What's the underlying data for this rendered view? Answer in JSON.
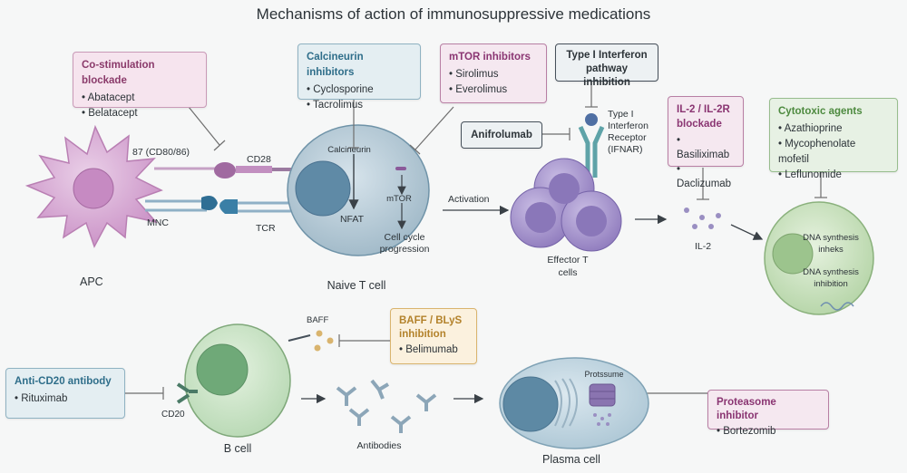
{
  "title": "Mechanisms of action of immunosuppressive medications",
  "boxes": {
    "costim": {
      "title": "Co-stimulation blockade",
      "items": [
        "Abatacept",
        "Belatacept"
      ]
    },
    "calcineurin": {
      "title": "Calcineurin inhibitors",
      "items": [
        "Cyclosporine",
        "Tacrolimus"
      ]
    },
    "mtor": {
      "title": "mTOR inhibitors",
      "items": [
        "Sirolimus",
        "Everolimus"
      ]
    },
    "interferon": {
      "title": "Type I Interferon pathway inhibition"
    },
    "anifrolumab": {
      "title": "Anifrolumab"
    },
    "il2": {
      "title": "IL-2 / IL-2R blockade",
      "items": [
        "Basiliximab",
        "Daclizumab"
      ]
    },
    "cytotoxic": {
      "title": "Cytotoxic agents",
      "items": [
        "Azathioprine",
        "Mycophenolate mofetil",
        "Leflunomide"
      ]
    },
    "baff": {
      "title": "BAFF / BLyS inhibition",
      "items": [
        "Belimumab"
      ]
    },
    "cd20": {
      "title": "Anti-CD20 antibody",
      "items": [
        "Rituximab"
      ]
    },
    "proteasome": {
      "title": "Proteasome inhibitor",
      "items": [
        "Bortezomib"
      ]
    }
  },
  "labels": {
    "b7": "87 (CD80/86)",
    "cd28": "CD28",
    "mnc": "MNC",
    "tcr": "TCR",
    "apc": "APC",
    "naive": "Naive T cell",
    "calcineurin_in": "Calcineurin",
    "nfat": "NFAT",
    "mtor_in": "mTOR",
    "cellcycle": "Cell cycle progression",
    "activation": "Activation",
    "ifnar": "Type I Interferon Receptor (IFNAR)",
    "effector": "Effector T cells",
    "il2_small": "IL-2",
    "dna1": "DNA synthesis inheks",
    "dna2": "DNA synthesis inhibition",
    "baff_small": "BAFF",
    "cd20_small": "CD20",
    "bcell": "B cell",
    "antibodies": "Antibodies",
    "proteasome_small": "Protssume",
    "plasma": "Plasma cell"
  },
  "colors": {
    "apc": "#d9a6d6",
    "tcell": "#b9cdd9",
    "effector": "#a896cf",
    "target": "#cfe5c6",
    "bcell": "#cfe7cf",
    "plasma": "#bfd6e3",
    "inhibitor_line": "#8a9aa3"
  }
}
